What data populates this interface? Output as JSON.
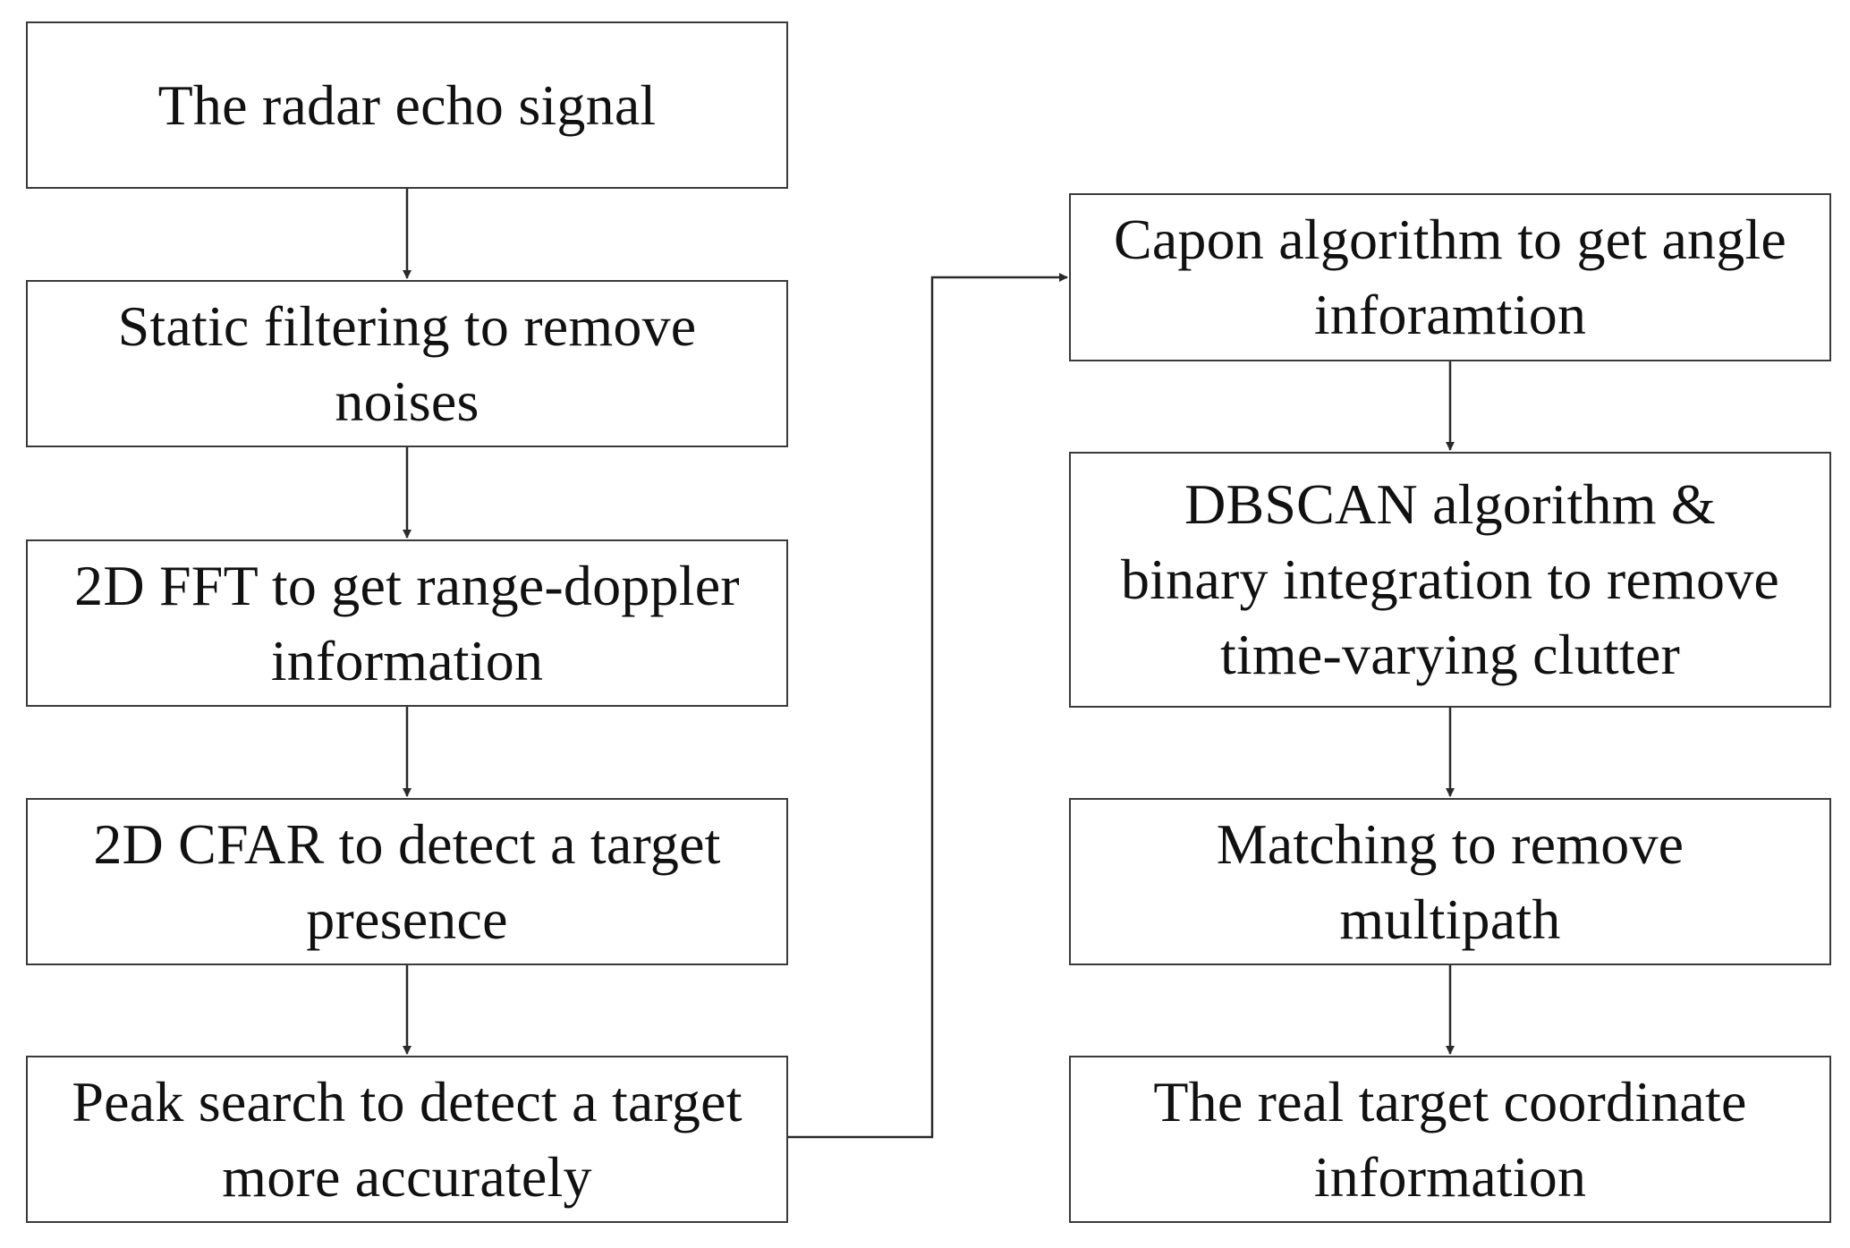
{
  "flowchart": {
    "left_column": [
      {
        "id": "radar_echo",
        "text": "The radar echo signal"
      },
      {
        "id": "static_filtering",
        "text": "Static filtering to remove\nnoises"
      },
      {
        "id": "fft_2d",
        "text": "2D FFT to get range-doppler\ninformation"
      },
      {
        "id": "cfar_2d",
        "text": "2D CFAR to detect  a target\npresence"
      },
      {
        "id": "peak_search",
        "text": "Peak search to detect a target\nmore accurately"
      }
    ],
    "right_column": [
      {
        "id": "capon",
        "text": "Capon algorithm to get angle\ninforamtion"
      },
      {
        "id": "dbscan",
        "text": "DBSCAN algorithm &\nbinary integration to remove\ntime-varying clutter"
      },
      {
        "id": "matching",
        "text": "Matching to remove\nmultipath"
      },
      {
        "id": "real_target",
        "text": "The real target coordinate\ninformation"
      }
    ]
  },
  "colors": {
    "line": "#2a2a2a",
    "box_border": "#3a3a3a",
    "text": "#111111",
    "background": "#ffffff"
  }
}
